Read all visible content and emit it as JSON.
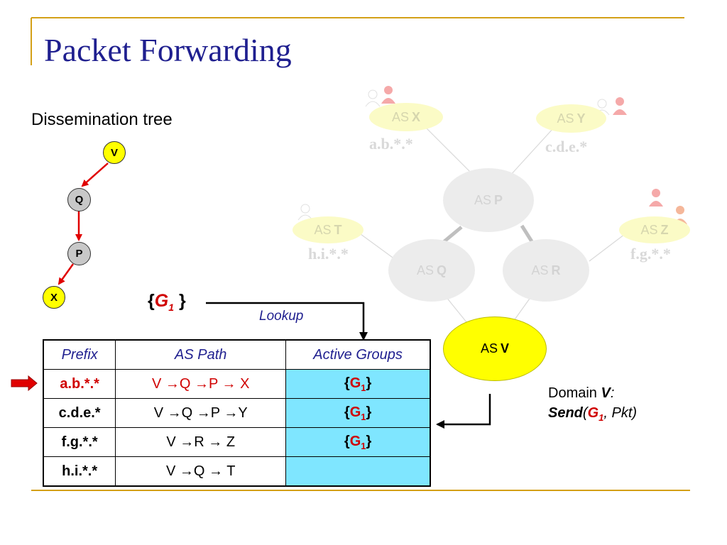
{
  "title": "Packet Forwarding",
  "subtitle": "Dissemination tree",
  "tree_nodes": [
    "V",
    "Q",
    "P",
    "X"
  ],
  "ases": {
    "x": {
      "prefix": "AS",
      "id": "X",
      "range": "a.b.*.*"
    },
    "y": {
      "prefix": "AS",
      "id": "Y",
      "range": "c.d.e.*"
    },
    "t": {
      "prefix": "AS",
      "id": "T",
      "range": "h.i.*.*"
    },
    "z": {
      "prefix": "AS",
      "id": "Z",
      "range": "f.g.*.*"
    },
    "p": {
      "prefix": "AS",
      "id": "P"
    },
    "q": {
      "prefix": "AS",
      "id": "Q"
    },
    "r": {
      "prefix": "AS",
      "id": "R"
    },
    "v": {
      "prefix": "AS",
      "id": "V"
    }
  },
  "group": {
    "open": "{",
    "g": "G",
    "sub": "1",
    "close": "}"
  },
  "lookup_label": "Lookup",
  "domain_note": {
    "line1_prefix": "Domain",
    "line1_var": "V",
    "line1_colon": ":",
    "send": "Send",
    "open_paren": "(",
    "g": "G",
    "sub": "1",
    "rest": ", Pkt)"
  },
  "table": {
    "headers": [
      "Prefix",
      "AS Path",
      "Active Groups"
    ],
    "rows": [
      {
        "prefix": "a.b.*.*",
        "path": "V →Q →P → X",
        "group_open": "{",
        "group": "G",
        "group_sub": "1",
        "group_close": "}",
        "highlighted": true
      },
      {
        "prefix": "c.d.e.*",
        "path": "V →Q →P →Y",
        "group_open": "{",
        "group": "G",
        "group_sub": "1",
        "group_close": "}",
        "highlighted": false
      },
      {
        "prefix": "f.g.*.*",
        "path": "V →R → Z",
        "group_open": "{",
        "group": "G",
        "group_sub": "1",
        "group_close": "}",
        "highlighted": false
      },
      {
        "prefix": "h.i.*.*",
        "path": "V →Q → T",
        "group_open": "",
        "group": "",
        "group_sub": "",
        "group_close": "",
        "highlighted": false
      }
    ]
  },
  "colors": {
    "title": "#1f1f8f",
    "accent_red": "#d00000",
    "highlight_cell": "#7fe6ff",
    "node_yellow": "#ffff00",
    "node_gray": "#c8c8c8",
    "rule_gold": "#d4a017"
  },
  "icons": [
    "user-icon",
    "arrow-right-icon"
  ]
}
